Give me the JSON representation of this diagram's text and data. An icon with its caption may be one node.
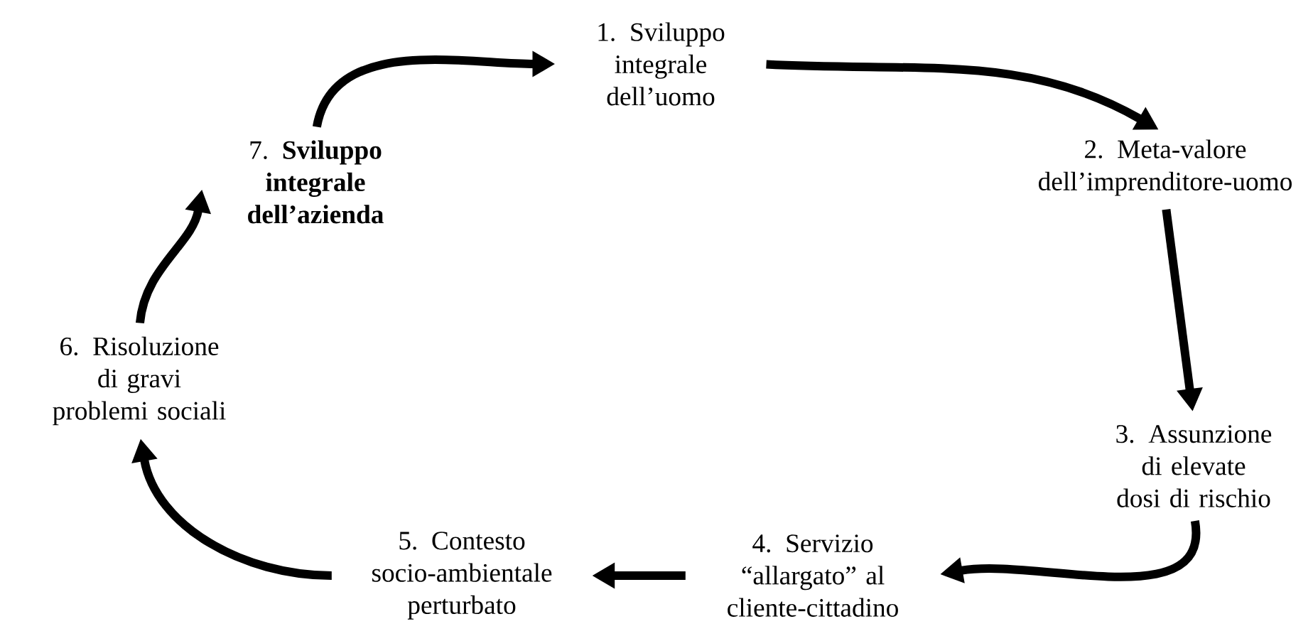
{
  "diagram": {
    "nodes": [
      {
        "text": [
          "1. Sviluppo integrale dell’uomo"
        ]
      },
      {
        "text": [
          "2. Meta-valore dell’imprenditore-uomo"
        ]
      },
      {
        "text": [
          "3. Assunzione di elevate dosi di rischio"
        ]
      },
      {
        "text": [
          "4. Servizio “allargato” al cliente-cittadino"
        ]
      },
      {
        "text": [
          "5. Contesto socio-ambientale perturbato"
        ]
      },
      {
        "text": [
          "6. Risoluzione di gravi problemi sociali"
        ]
      },
      {
        "text": [
          "7. **Sviluppo integrale dell’azienda**"
        ]
      }
    ],
    "edges": [
      {
        "from": 0,
        "to": 1,
        "arrow": "to"
      },
      {
        "from": 1,
        "to": 2,
        "arrow": "to"
      },
      {
        "from": 2,
        "to": 3,
        "arrow": "to"
      },
      {
        "from": 3,
        "to": 4,
        "arrow": "to"
      },
      {
        "from": 4,
        "to": 5,
        "arrow": "to"
      },
      {
        "from": 5,
        "to": 6,
        "arrow": "to"
      },
      {
        "from": 6,
        "to": 0,
        "arrow": "to"
      }
    ]
  }
}
